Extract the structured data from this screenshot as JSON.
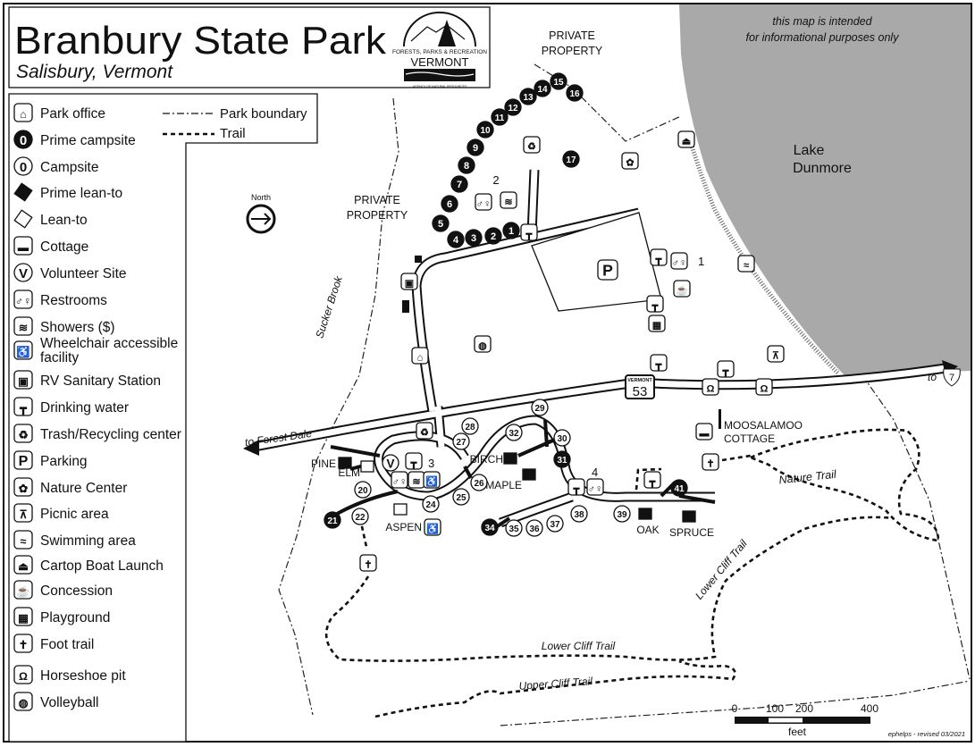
{
  "title": "Branbury State Park",
  "subtitle": "Salisbury, Vermont",
  "logo": {
    "line1": "FORESTS, PARKS & RECREATION",
    "line2": "VERMONT",
    "line3": "AGENCY OF NATURAL RESOURCES"
  },
  "line_legend": {
    "boundary": "Park boundary",
    "trail": "Trail"
  },
  "legend": [
    {
      "key": "office",
      "label": "Park office",
      "glyph": "⌂"
    },
    {
      "key": "prime",
      "label": "Prime campsite",
      "glyph": "0"
    },
    {
      "key": "campsite",
      "label": "Campsite",
      "glyph": "0"
    },
    {
      "key": "prime_leanto",
      "label": "Prime lean-to",
      "glyph": ""
    },
    {
      "key": "leanto",
      "label": "Lean-to",
      "glyph": ""
    },
    {
      "key": "cottage",
      "label": "Cottage",
      "glyph": "▬"
    },
    {
      "key": "volunteer",
      "label": "Volunteer Site",
      "glyph": "V"
    },
    {
      "key": "restrooms",
      "label": "Restrooms",
      "glyph": "♂♀"
    },
    {
      "key": "showers",
      "label": "Showers ($)",
      "glyph": "≋"
    },
    {
      "key": "wheelchair",
      "label": "Wheelchair accessible facility",
      "glyph": "♿"
    },
    {
      "key": "rv",
      "label": "RV Sanitary Station",
      "glyph": "▣"
    },
    {
      "key": "water",
      "label": "Drinking water",
      "glyph": "┳"
    },
    {
      "key": "recycle",
      "label": "Trash/Recycling center",
      "glyph": "♻"
    },
    {
      "key": "parking",
      "label": "Parking",
      "glyph": "P"
    },
    {
      "key": "nature",
      "label": "Nature Center",
      "glyph": "✿"
    },
    {
      "key": "picnic",
      "label": "Picnic area",
      "glyph": "⊼"
    },
    {
      "key": "swim",
      "label": "Swimming area",
      "glyph": "≈"
    },
    {
      "key": "boat",
      "label": "Cartop Boat Launch",
      "glyph": "⏏"
    },
    {
      "key": "concession",
      "label": "Concession",
      "glyph": "☕"
    },
    {
      "key": "playground",
      "label": "Playground",
      "glyph": "▦"
    },
    {
      "key": "foot",
      "label": "Foot trail",
      "glyph": "✝"
    },
    {
      "key": "horseshoe",
      "label": "Horseshoe pit",
      "glyph": "Ω"
    },
    {
      "key": "volleyball",
      "label": "Volleyball",
      "glyph": "◍"
    }
  ],
  "labels": {
    "private1": [
      "PRIVATE",
      "PROPERTY"
    ],
    "private2": [
      "PRIVATE",
      "PROPERTY"
    ],
    "north": "North",
    "brook": "Sucker Brook",
    "lake": [
      "Lake",
      "Dunmore"
    ],
    "disclaimer": [
      "this map is intended",
      "for informational purposes only"
    ],
    "to_forest_dale": "to Forest Dale",
    "to_7": "to",
    "route7": "7",
    "route53_state": "VERMONT",
    "route53": "53",
    "areas": [
      "1",
      "2",
      "3",
      "4"
    ],
    "cottage": [
      "MOOSALAMOO",
      "COTTAGE"
    ],
    "nature_trail": "Nature Trail",
    "lower_cliff_1": "Lower Cliff Trail",
    "lower_cliff_2": "Lower Cliff Trail",
    "upper_cliff": "Upper Cliff Trail"
  },
  "leantos": [
    {
      "name": "PINE",
      "prime": true
    },
    {
      "name": "ELM",
      "prime": false
    },
    {
      "name": "BIRCH",
      "prime": true
    },
    {
      "name": "MAPLE",
      "prime": true
    },
    {
      "name": "ASPEN",
      "prime": false
    },
    {
      "name": "OAK",
      "prime": true
    },
    {
      "name": "SPRUCE",
      "prime": true
    }
  ],
  "campsites": [
    {
      "n": "1",
      "prime": true
    },
    {
      "n": "2",
      "prime": true
    },
    {
      "n": "3",
      "prime": true
    },
    {
      "n": "4",
      "prime": true
    },
    {
      "n": "5",
      "prime": true
    },
    {
      "n": "6",
      "prime": true
    },
    {
      "n": "7",
      "prime": true
    },
    {
      "n": "8",
      "prime": true
    },
    {
      "n": "9",
      "prime": true
    },
    {
      "n": "10",
      "prime": true
    },
    {
      "n": "11",
      "prime": true
    },
    {
      "n": "12",
      "prime": true
    },
    {
      "n": "13",
      "prime": true
    },
    {
      "n": "14",
      "prime": true
    },
    {
      "n": "15",
      "prime": true
    },
    {
      "n": "16",
      "prime": true
    },
    {
      "n": "17",
      "prime": true
    },
    {
      "n": "20",
      "prime": false
    },
    {
      "n": "21",
      "prime": true
    },
    {
      "n": "22",
      "prime": false
    },
    {
      "n": "24",
      "prime": false
    },
    {
      "n": "25",
      "prime": false
    },
    {
      "n": "26",
      "prime": false
    },
    {
      "n": "27",
      "prime": false
    },
    {
      "n": "28",
      "prime": false
    },
    {
      "n": "29",
      "prime": false
    },
    {
      "n": "30",
      "prime": false
    },
    {
      "n": "31",
      "prime": true
    },
    {
      "n": "32",
      "prime": false
    },
    {
      "n": "34",
      "prime": true
    },
    {
      "n": "35",
      "prime": false
    },
    {
      "n": "36",
      "prime": false
    },
    {
      "n": "37",
      "prime": false
    },
    {
      "n": "38",
      "prime": false
    },
    {
      "n": "39",
      "prime": false
    },
    {
      "n": "41",
      "prime": true
    }
  ],
  "scale": {
    "ticks": [
      "0",
      "100",
      "200",
      "400"
    ],
    "unit": "feet"
  },
  "credit": "ephelps - revised 03/2021",
  "colors": {
    "lake": "#a9a9a9",
    "ink": "#111111"
  }
}
